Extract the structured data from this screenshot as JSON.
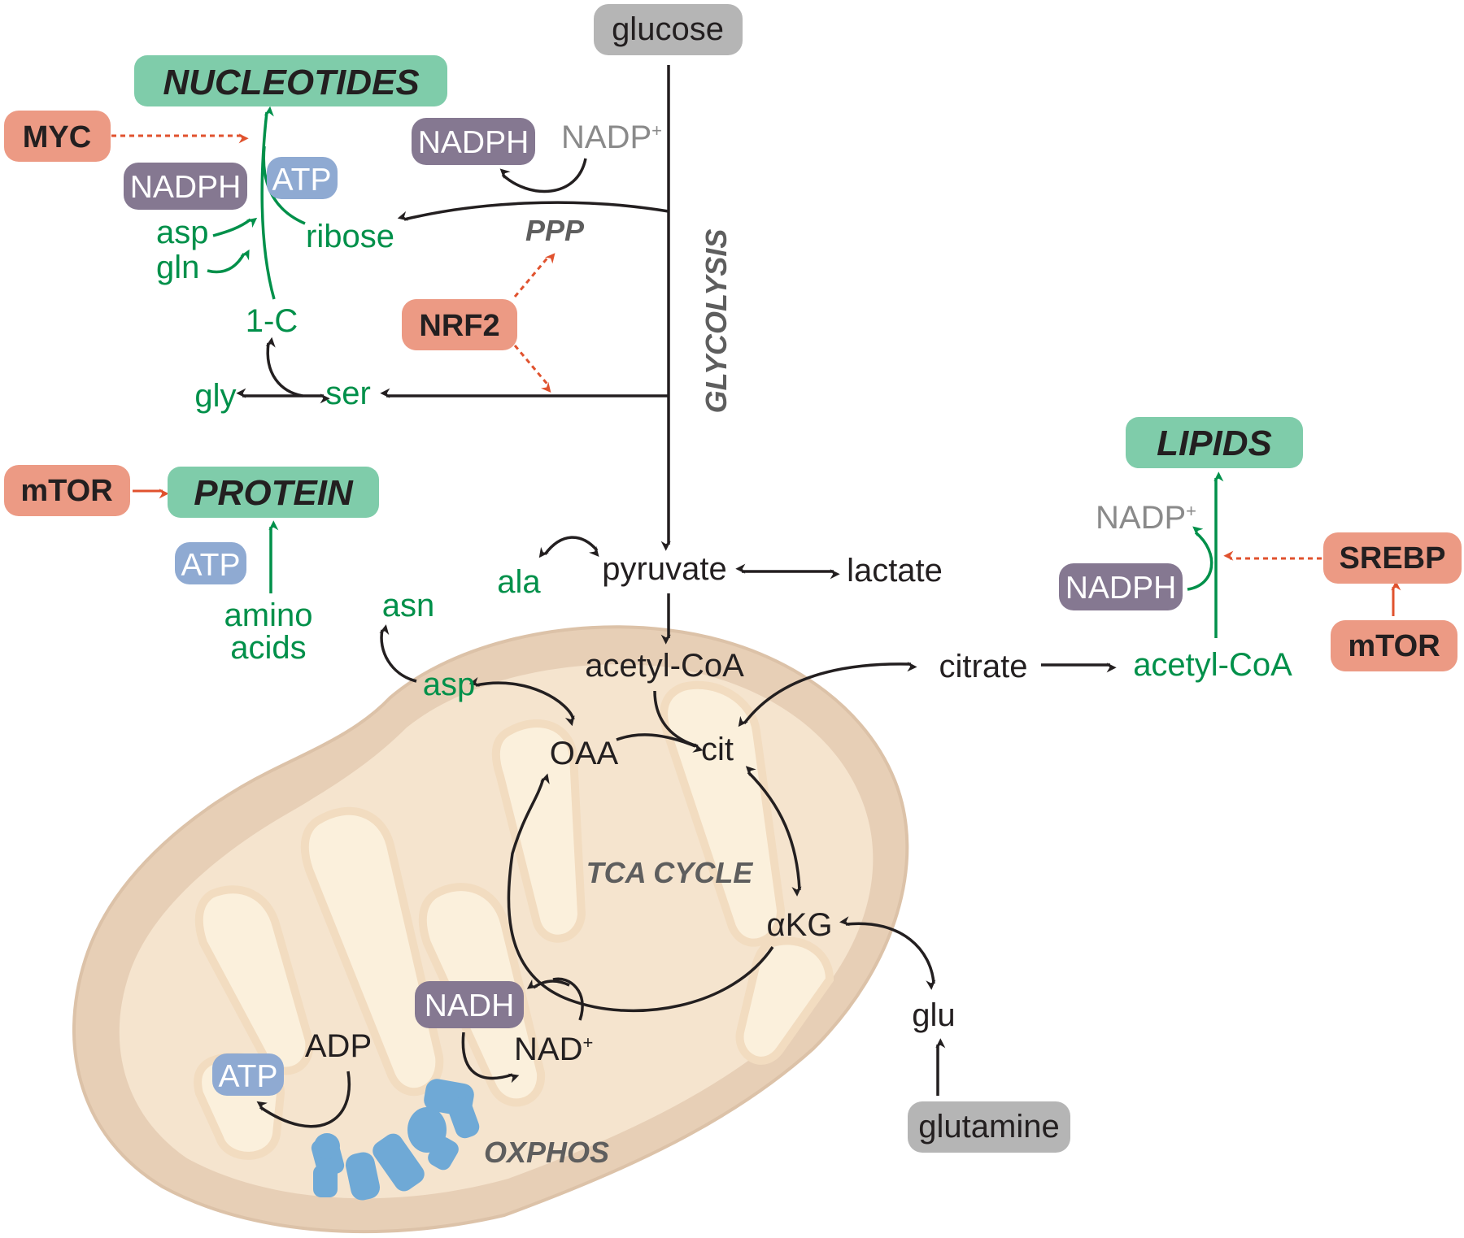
{
  "colors": {
    "green": "#00904a",
    "black": "#231f20",
    "red_arrow": "#e0522e",
    "gray_box": "#b5b5b5",
    "green_box": "#7fccaa",
    "salmon_box": "#ec9a84",
    "purple_box": "#857891",
    "blue_box": "#8faad2",
    "mito_outer": "#e7cfb6",
    "mito_inner": "#f5e4ce",
    "mito_matrix": "#fbf0dc",
    "oxphos_blue": "#6fa9d6",
    "label_gray": "#5e5e5e"
  },
  "inputs": {
    "glucose": "glucose",
    "glutamine": "glutamine"
  },
  "pathways": {
    "glycolysis": "GLYCOLYSIS",
    "ppp": "PPP",
    "tca": "TCA CYCLE",
    "oxphos": "OXPHOS"
  },
  "outputs": {
    "nucleotides": "NUCLEOTIDES",
    "protein": "PROTEIN",
    "lipids": "LIPIDS"
  },
  "regulators": {
    "myc": "MYC",
    "nrf2": "NRF2",
    "mtor_protein": "mTOR",
    "srebp": "SREBP",
    "mtor_lipid": "mTOR"
  },
  "cofactors": {
    "nadph_ppp": "NADPH",
    "nadp_ppp": "NADP",
    "nadph_nuc": "NADPH",
    "atp_nuc": "ATP",
    "atp_protein": "ATP",
    "nadp_lipid": "NADP",
    "nadph_lipid": "NADPH",
    "nadh": "NADH",
    "nad": "NAD",
    "adp": "ADP",
    "atp_oxphos": "ATP",
    "plus": "+"
  },
  "metabolites": {
    "asp_nuc": "asp",
    "gln_nuc": "gln",
    "ribose": "ribose",
    "one_c": "1-C",
    "gly": "gly",
    "ser": "ser",
    "amino_acids_1": "amino",
    "amino_acids_2": "acids",
    "ala": "ala",
    "pyruvate": "pyruvate",
    "lactate": "lactate",
    "asn": "asn",
    "asp": "asp",
    "acetyl_coa_mito": "acetyl-CoA",
    "citrate": "citrate",
    "acetyl_coa_cyto": "acetyl-CoA",
    "oaa": "OAA",
    "cit": "cit",
    "akg": "αKG",
    "glu": "glu"
  }
}
